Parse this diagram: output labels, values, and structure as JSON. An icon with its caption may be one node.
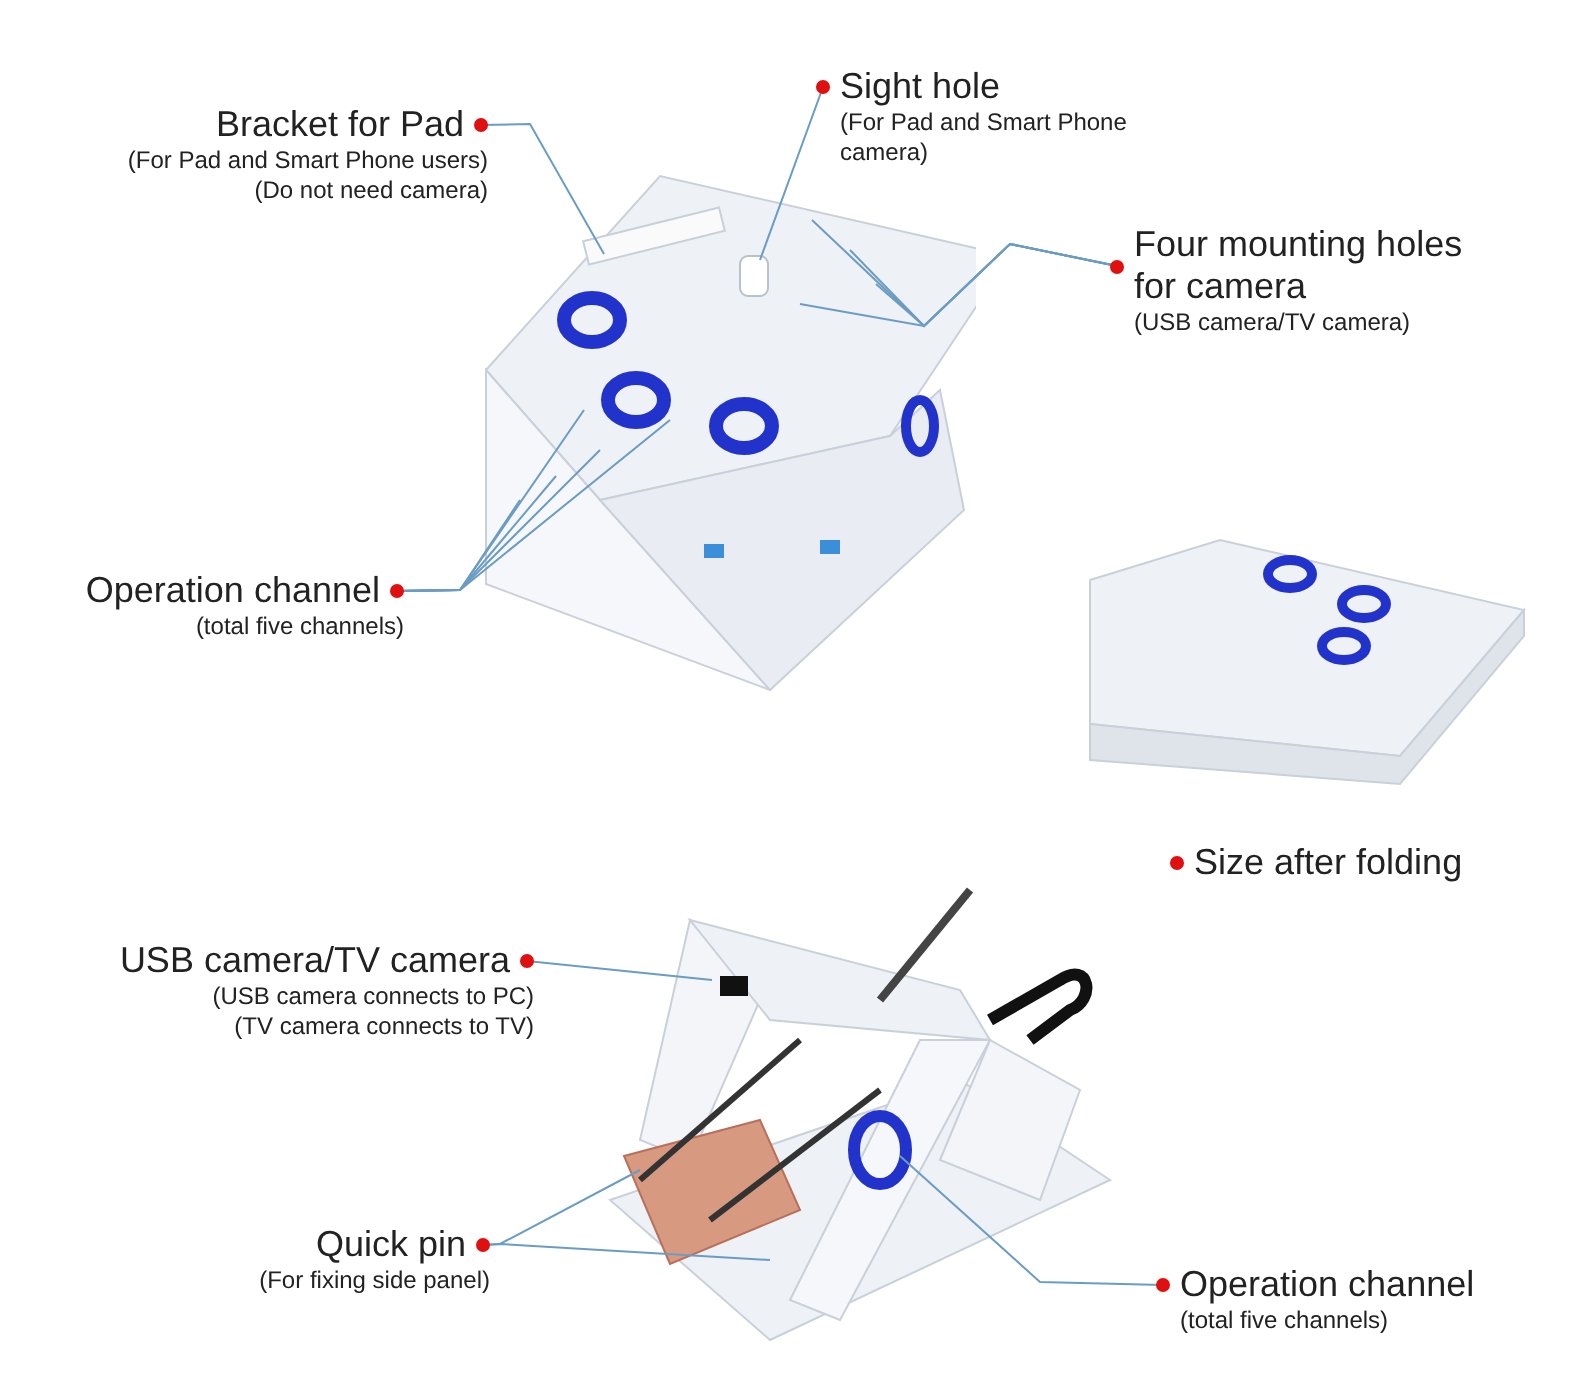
{
  "diagram": {
    "nodes": [
      {
        "text": [
          "Bracket for Pad",
          "(For Pad and Smart Phone users)",
          "(Do not need camera)"
        ]
      },
      {
        "text": [
          "Sight hole",
          "(For Pad and Smart Phone camera)"
        ]
      },
      {
        "text": [
          "Four mounting holes for camera",
          "(USB camera/TV camera)"
        ]
      },
      {
        "text": [
          "Operation channel",
          "(total five channels)"
        ]
      },
      {
        "text": [
          "USB camera/TV camera",
          "(USB camera connects to PC)",
          "(TV camera connects to TV)"
        ]
      },
      {
        "text": [
          "Quick pin",
          "(For fixing side panel)"
        ]
      },
      {
        "text": [
          "Operation channel",
          "(total five channels)"
        ]
      },
      {
        "text": [],
        "shape": "picture"
      },
      {
        "text": [],
        "shape": "picture",
        "beside": [
          "Size after folding"
        ]
      },
      {
        "text": [],
        "shape": "picture"
      }
    ],
    "edges": [
      {
        "from": 0,
        "to": 7,
        "arrow": "none"
      },
      {
        "from": 1,
        "to": 7,
        "arrow": "none"
      },
      {
        "from": 2,
        "to": 7,
        "arrow": "none"
      },
      {
        "from": 2,
        "to": 7,
        "arrow": "none"
      },
      {
        "from": 2,
        "to": 7,
        "arrow": "none"
      },
      {
        "from": 2,
        "to": 7,
        "arrow": "none"
      },
      {
        "from": 3,
        "to": 7,
        "arrow": "none"
      },
      {
        "from": 3,
        "to": 7,
        "arrow": "none"
      },
      {
        "from": 3,
        "to": 7,
        "arrow": "none"
      },
      {
        "from": 3,
        "to": 7,
        "arrow": "none"
      },
      {
        "from": 3,
        "to": 7,
        "arrow": "none"
      },
      {
        "from": 4,
        "to": 9,
        "arrow": "none"
      },
      {
        "from": 5,
        "to": 9,
        "arrow": "none"
      },
      {
        "from": 5,
        "to": 9,
        "arrow": "none"
      },
      {
        "from": 6,
        "to": 9,
        "arrow": "none"
      }
    ]
  }
}
